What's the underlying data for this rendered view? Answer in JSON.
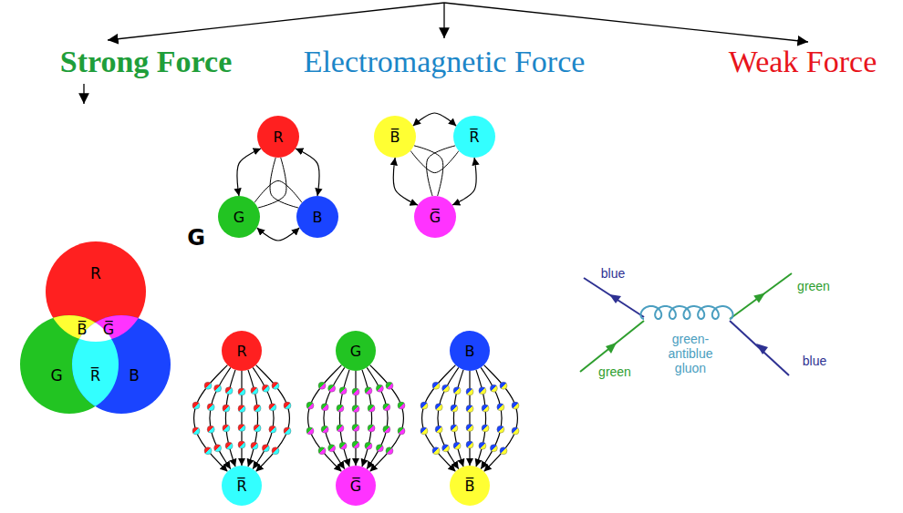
{
  "diagram": {
    "nodes": [
      {
        "text": [
          "Strong Force"
        ]
      },
      {
        "text": [
          "Electromagnetic Force"
        ]
      },
      {
        "text": [
          "Weak Force"
        ]
      },
      {
        "text": [
          "R"
        ]
      },
      {
        "text": [
          "G"
        ]
      },
      {
        "text": [
          "B"
        ]
      },
      {
        "text": [
          "B̅"
        ]
      },
      {
        "text": [
          "R̅"
        ]
      },
      {
        "text": [
          "G̅"
        ]
      },
      {
        "text": [
          "R"
        ]
      },
      {
        "text": [
          "G"
        ]
      },
      {
        "text": [
          "B"
        ]
      },
      {
        "text": [
          "R"
        ]
      },
      {
        "text": [
          "R̅"
        ]
      },
      {
        "text": [
          "G"
        ]
      },
      {
        "text": [
          "G̅"
        ]
      },
      {
        "text": [
          "B"
        ]
      },
      {
        "text": [
          "B̅"
        ]
      }
    ],
    "edges": [
      {
        "from": 3,
        "to": 4,
        "arrow": "both"
      },
      {
        "from": 4,
        "to": 5,
        "arrow": "both"
      },
      {
        "from": 5,
        "to": 3,
        "arrow": "both"
      },
      {
        "from": 6,
        "to": 7,
        "arrow": "both"
      },
      {
        "from": 7,
        "to": 8,
        "arrow": "both"
      },
      {
        "from": 8,
        "to": 6,
        "arrow": "both"
      },
      {
        "from": 12,
        "to": 13,
        "arrow": "to"
      },
      {
        "from": 12,
        "to": 13,
        "arrow": "to"
      },
      {
        "from": 12,
        "to": 13,
        "arrow": "to"
      },
      {
        "from": 12,
        "to": 13,
        "arrow": "to"
      },
      {
        "from": 12,
        "to": 13,
        "arrow": "to"
      },
      {
        "from": 12,
        "to": 13,
        "arrow": "to"
      },
      {
        "from": 12,
        "to": 13,
        "arrow": "to"
      },
      {
        "from": 14,
        "to": 15,
        "arrow": "to"
      },
      {
        "from": 14,
        "to": 15,
        "arrow": "to"
      },
      {
        "from": 14,
        "to": 15,
        "arrow": "to"
      },
      {
        "from": 14,
        "to": 15,
        "arrow": "to"
      },
      {
        "from": 14,
        "to": 15,
        "arrow": "to"
      },
      {
        "from": 14,
        "to": 15,
        "arrow": "to"
      },
      {
        "from": 14,
        "to": 15,
        "arrow": "to"
      },
      {
        "from": 16,
        "to": 17,
        "arrow": "to"
      },
      {
        "from": 16,
        "to": 17,
        "arrow": "to"
      },
      {
        "from": 16,
        "to": 17,
        "arrow": "to"
      },
      {
        "from": 16,
        "to": 17,
        "arrow": "to"
      },
      {
        "from": 16,
        "to": 17,
        "arrow": "to"
      },
      {
        "from": 16,
        "to": 17,
        "arrow": "to"
      },
      {
        "from": 16,
        "to": 17,
        "arrow": "to"
      }
    ],
    "labels": [
      "G",
      "B̅",
      "G̅",
      "R̅",
      "blue",
      "green",
      "green- antiblue gluon",
      "green",
      "blue"
    ]
  }
}
